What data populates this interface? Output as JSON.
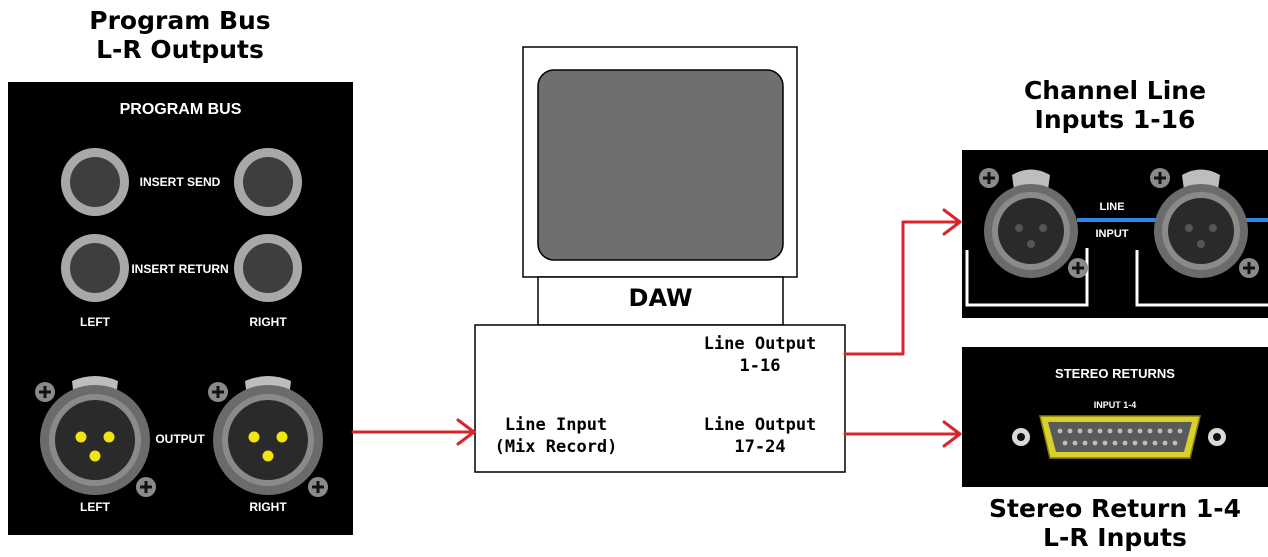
{
  "headings": {
    "program_bus": [
      "Program Bus",
      "L-R Outputs"
    ],
    "channel_line": [
      "Channel Line",
      "Inputs 1-16"
    ],
    "stereo_return": [
      "Stereo Return 1-4",
      "L-R Inputs"
    ]
  },
  "program_panel": {
    "title": "PROGRAM BUS",
    "insert_send": "INSERT SEND",
    "insert_return": "INSERT RETURN",
    "left": "LEFT",
    "right": "RIGHT",
    "output": "OUTPUT",
    "left_bottom": "LEFT",
    "right_bottom": "RIGHT"
  },
  "daw": {
    "label": "DAW",
    "line_output_1": [
      "Line Output",
      "1-16"
    ],
    "line_output_2": [
      "Line Output",
      "17-24"
    ],
    "line_input": [
      "Line Input",
      "(Mix Record)"
    ]
  },
  "channel_panel": {
    "line": "LINE",
    "input": "INPUT"
  },
  "stereo_panel": {
    "title": "STEREO RETURNS",
    "input": "INPUT 1-4"
  },
  "colors": {
    "arrow": "#d8242a",
    "panel": "#000000",
    "xlr_pin": "#f2e411",
    "dsub": "#d9d12a",
    "blue_line": "#2f86e8",
    "screen": "#6f6f6f"
  }
}
